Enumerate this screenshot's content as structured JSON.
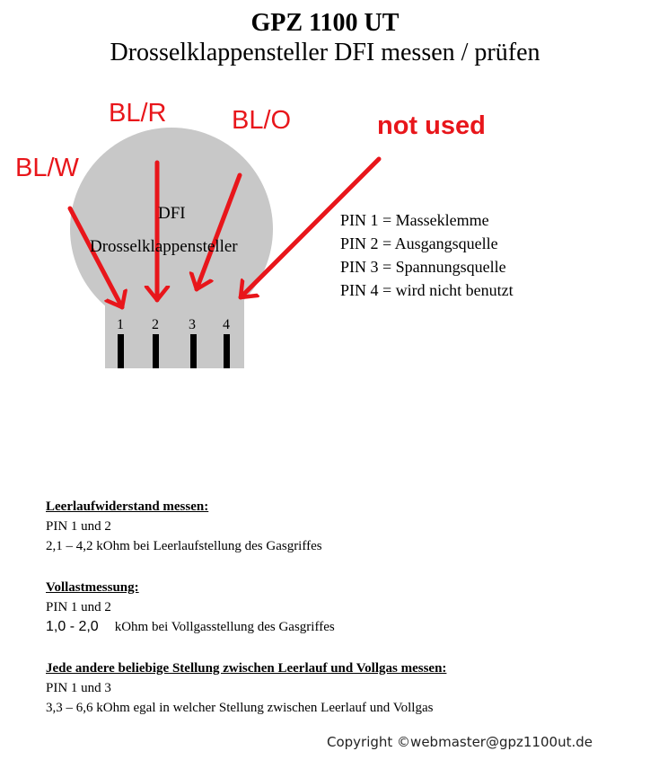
{
  "title": {
    "line1": "GPZ 1100 UT",
    "line2": "Drosselklappensteller DFI messen / prüfen"
  },
  "wires": [
    "BL/W",
    "BL/R",
    "BL/O",
    "not used"
  ],
  "device": {
    "name": "DFI",
    "description": "Drosselklappensteller",
    "pins": [
      "1",
      "2",
      "3",
      "4"
    ]
  },
  "pin_legend": [
    "PIN 1 = Masseklemme",
    "PIN 2 = Ausgangsquelle",
    "PIN 3 = Spannungsquelle",
    "PIN 4 = wird nicht benutzt"
  ],
  "sections": [
    {
      "heading": "Leerlaufwiderstand messen:",
      "pins": "PIN 1 und 2",
      "value": "2,1 – 4,2 kOhm bei Leerlaufstellung des Gasgriffes"
    },
    {
      "heading": "Vollastmessung:",
      "pins": "PIN 1 und 2",
      "value_number": "1,0 - 2,0",
      "value_text": "kOhm bei Vollgasstellung des Gasgriffes"
    },
    {
      "heading": "Jede andere beliebige Stellung zwischen Leerlauf und Vollgas messen:",
      "pins": "PIN 1 und 3",
      "value": "3,3 – 6,6 kOhm egal in welcher Stellung zwischen Leerlauf und Vollgas"
    }
  ],
  "copyright": "Copyright ©webmaster@gpz1100ut.de",
  "colors": {
    "arrow": "#e8161b",
    "sensor_body": "#c8c8c8",
    "pin": "#000000"
  }
}
